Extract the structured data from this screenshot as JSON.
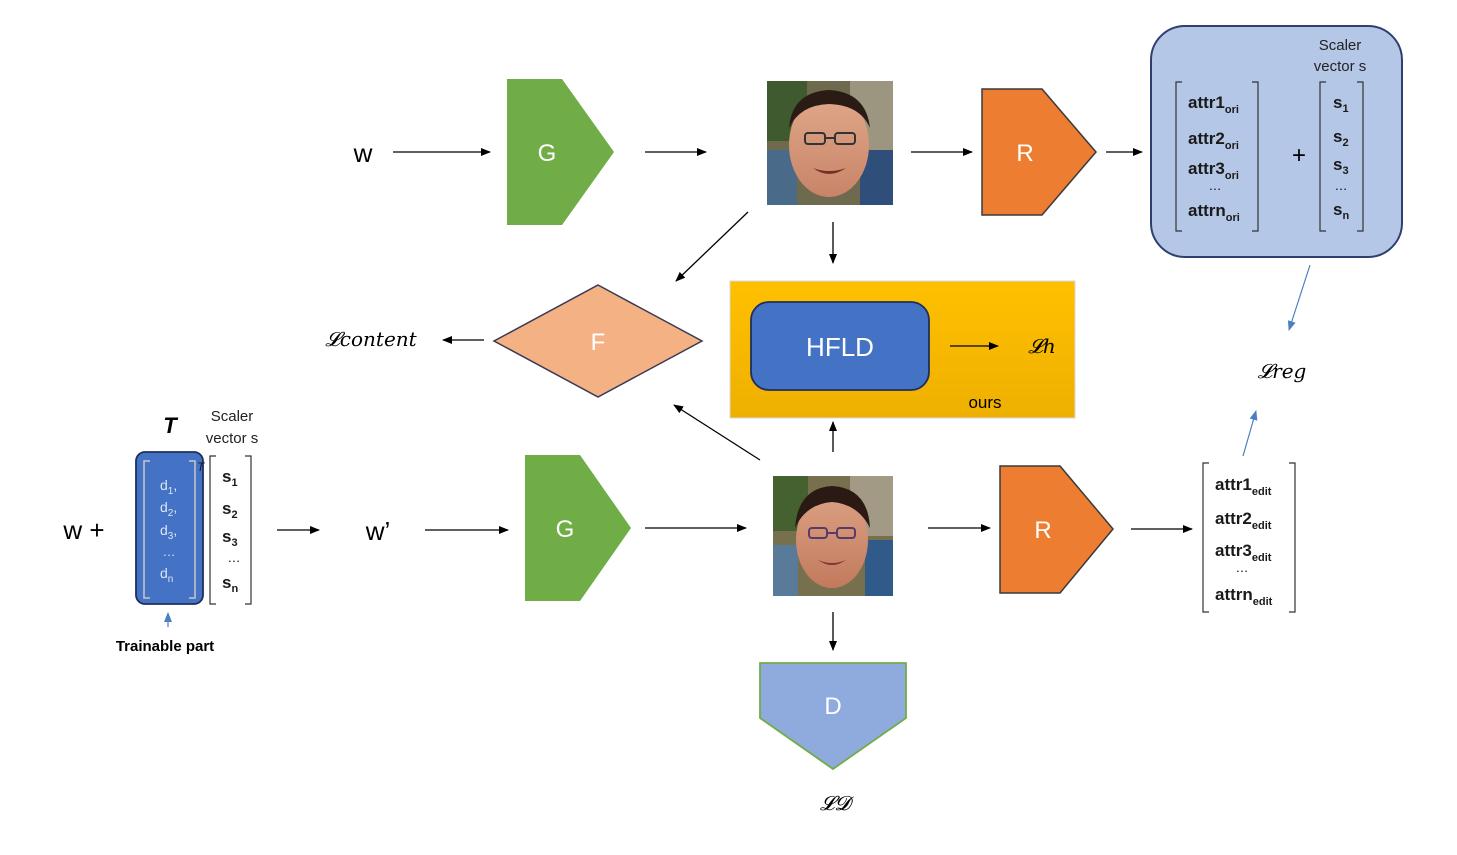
{
  "top": {
    "input": "w",
    "generator": "G",
    "regressor": "R"
  },
  "bottom": {
    "input_prefix": "w +",
    "input": "w’",
    "generator": "G",
    "regressor": "R",
    "discriminator": "D"
  },
  "content": {
    "feature": "F",
    "loss": "𝓛content"
  },
  "hfld": {
    "module": "HFLD",
    "loss": "𝓛h",
    "caption": "ours"
  },
  "scaler_top": {
    "title_line1": "Scaler",
    "title_line2": "vector s",
    "attrs": [
      {
        "name": "attr1",
        "sub": "ori"
      },
      {
        "name": "attr2",
        "sub": "ori"
      },
      {
        "name": "attr3",
        "sub": "ori"
      },
      {
        "name": "attrn",
        "sub": "ori"
      }
    ],
    "plus": "+",
    "s": [
      {
        "name": "s",
        "sub": "1"
      },
      {
        "name": "s",
        "sub": "2"
      },
      {
        "name": "s",
        "sub": "3"
      },
      {
        "name": "s",
        "sub": "n"
      }
    ],
    "ellipsis": "…"
  },
  "reg_loss": "𝓛reg",
  "edit_attrs": [
    {
      "name": "attr1",
      "sub": "edit"
    },
    {
      "name": "attr2",
      "sub": "edit"
    },
    {
      "name": "attr3",
      "sub": "edit"
    },
    {
      "name": "attrn",
      "sub": "edit"
    }
  ],
  "trainable": {
    "T": "T",
    "T_sup": "T",
    "scaler_line1": "Scaler",
    "scaler_line2": "vector s",
    "d": [
      {
        "name": "d",
        "sub": "1",
        "tail": ","
      },
      {
        "name": "d",
        "sub": "2",
        "tail": ","
      },
      {
        "name": "d",
        "sub": "3",
        "tail": ","
      },
      {
        "name": "d",
        "sub": "n",
        "tail": ""
      }
    ],
    "s": [
      {
        "name": "s",
        "sub": "1"
      },
      {
        "name": "s",
        "sub": "2"
      },
      {
        "name": "s",
        "sub": "3"
      },
      {
        "name": "s",
        "sub": "n"
      }
    ],
    "ellipsis": "…",
    "caption": "Trainable part"
  },
  "d_loss": "𝓛𝓓",
  "colors": {
    "generator": "#70ad47",
    "regressor": "#ed7d31",
    "feature": "#f4b183",
    "hfld_bg_top": "#ffc000",
    "hfld_bg_bottom": "#f0b400",
    "hfld_module": "#4472c4",
    "scaler_box": "#b4c7e7",
    "trainable_box": "#4472c4",
    "discriminator": "#8faadc",
    "blue_arrow": "#4a7fc1"
  },
  "images": [
    "face-original",
    "face-edited"
  ]
}
